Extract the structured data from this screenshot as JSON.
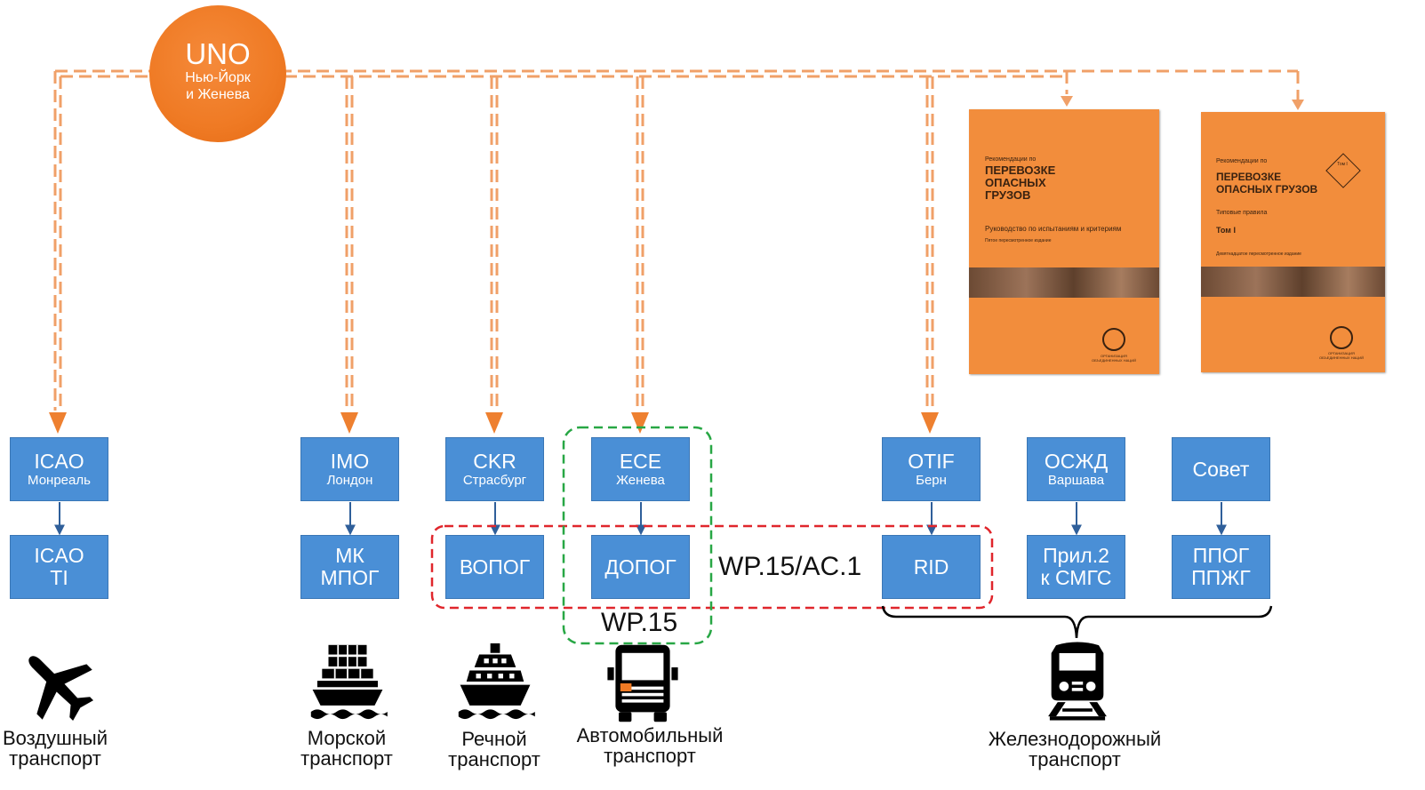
{
  "uno": {
    "title": "UNO",
    "line1": "Нью-Йорк",
    "line2": "и Женева"
  },
  "orgs": {
    "icao": {
      "title": "ICAO",
      "sub": "Монреаль"
    },
    "imo": {
      "title": "IMO",
      "sub": "Лондон"
    },
    "ckr": {
      "title": "CKR",
      "sub": "Страсбург"
    },
    "ece": {
      "title": "ECE",
      "sub": "Женева"
    },
    "otif": {
      "title": "OTIF",
      "sub": "Берн"
    },
    "osjd": {
      "title": "ОСЖД",
      "sub": "Варшава"
    },
    "sovet": {
      "title": "Совет"
    }
  },
  "regs": {
    "icao_ti": {
      "line1": "ICAO",
      "line2": "TI"
    },
    "mk": {
      "line1": "МК",
      "line2": "МПОГ"
    },
    "vopog": {
      "line1": "ВОПОГ"
    },
    "dopog": {
      "line1": "ДОПОГ"
    },
    "rid": {
      "line1": "RID"
    },
    "smgs": {
      "line1": "Прил.2",
      "line2": "к СМГС"
    },
    "ppog": {
      "line1": "ППОГ",
      "line2": "ППЖГ"
    }
  },
  "wp15_ac1": "WP.15/AC.1",
  "wp15": "WP.15",
  "transport": {
    "air": {
      "line1": "Воздушный",
      "line2": "транспорт"
    },
    "sea": {
      "line1": "Морской",
      "line2": "транспорт"
    },
    "river": {
      "line1": "Речной",
      "line2": "транспорт"
    },
    "road": {
      "line1": "Автомобильный",
      "line2": "транспорт"
    },
    "rail": {
      "line1": "Железнодорожный",
      "line2": "транспорт"
    }
  },
  "books": [
    {
      "top": "Рекомендации по",
      "title1": "ПЕРЕВОЗКЕ",
      "title2": "ОПАСНЫХ",
      "title3": "ГРУЗОВ",
      "subtitle": "Руководство по испытаниям и критериям",
      "edition": "Пятое пересмотренное издание",
      "org": "ОРГАНИЗАЦИЯ ОБЪЕДИНЕННЫХ НАЦИЙ"
    },
    {
      "top": "Рекомендации по",
      "title1": "ПЕРЕВОЗКЕ",
      "title2": "ОПАСНЫХ ГРУЗОВ",
      "subtitle": "Типовые правила",
      "volume": "Том I",
      "badge": "Том I",
      "edition": "Девятнадцатое пересмотренное издание",
      "org": "ОРГАНИЗАЦИЯ ОБЪЕДИНЕННЫХ НАЦИЙ"
    }
  ],
  "colors": {
    "accent_orange": "#ef7a24",
    "box_blue": "#4a8fd6",
    "arrow_blue": "#2f5f9a",
    "dash_red": "#e0262c",
    "dash_green": "#28a745",
    "book_orange": "#f28d3c"
  }
}
